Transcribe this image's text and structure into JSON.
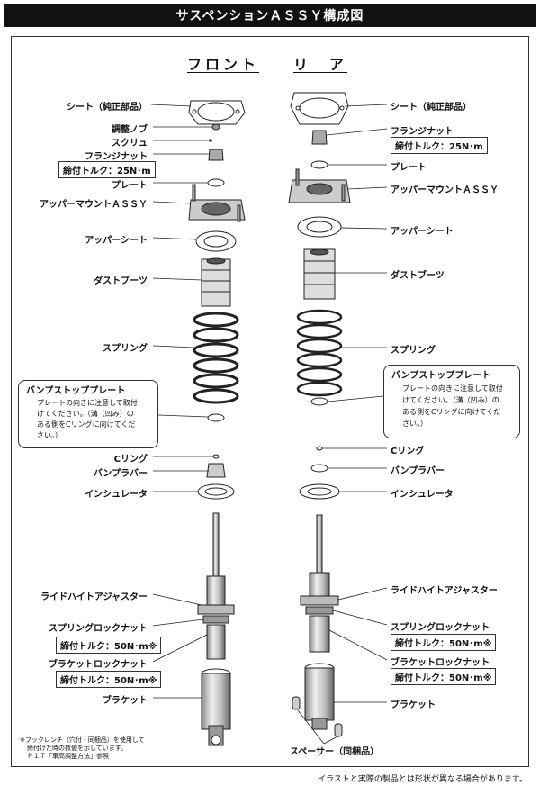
{
  "title": "サスペンションＡＳＳＹ構成図",
  "columns": {
    "front": "フロント",
    "rear": "リ　ア"
  },
  "front_labels": {
    "seat": "シート（純正部品）",
    "adjust_knob": "調整ノブ",
    "screw": "スクリュ",
    "flange_nut": "フランジナット",
    "flange_torque": "締付トルク：25N･m",
    "plate": "プレート",
    "upper_mount": "アッパーマウントＡＳＳＹ",
    "upper_seat": "アッパーシート",
    "dust_boots": "ダストブーツ",
    "spring": "スプリング",
    "c_ring": "Cリング",
    "bump_rubber": "バンプラバー",
    "insulator": "インシュレータ",
    "ride_height": "ライドハイトアジャスター",
    "spring_lock": "スプリングロックナット",
    "spring_lock_torque": "締付トルク：50N･m※",
    "bracket_lock": "ブラケットロックナット",
    "bracket_lock_torque": "締付トルク：50N･m※",
    "bracket": "ブラケット"
  },
  "rear_labels": {
    "seat": "シート（純正部品）",
    "flange_nut": "フランジナット",
    "flange_torque": "締付トルク：25N･m",
    "plate": "プレート",
    "upper_mount": "アッパーマウントＡＳＳＹ",
    "upper_seat": "アッパーシート",
    "dust_boots": "ダストブーツ",
    "spring": "スプリング",
    "c_ring": "Cリング",
    "bump_rubber": "バンプラバー",
    "insulator": "インシュレータ",
    "ride_height": "ライドハイトアジャスター",
    "spring_lock": "スプリングロックナット",
    "spring_lock_torque": "締付トルク：50N･m※",
    "bracket_lock": "ブラケットロックナット",
    "bracket_lock_torque": "締付トルク：50N･m※",
    "bracket": "ブラケット",
    "spacer": "スペーサー（同梱品）"
  },
  "notes": {
    "front_bump_plate": {
      "title": "バンプストッププレート",
      "line1": "プレートの向きに注意して取付",
      "line2": "けてください。（溝（凹み）の",
      "line3": "ある側をCリングに向けてくだ",
      "line4": "さい。）"
    },
    "rear_bump_plate": {
      "title": "バンプストッププレート",
      "line1": "プレートの向きに注意して取付",
      "line2": "けてください。（溝（凹み）の",
      "line3": "ある側をCリングに向けてくだ",
      "line4": "さい。）"
    }
  },
  "footnote": {
    "line1": "※フックレンチ（穴付・同梱品）を使用して",
    "line2": "締付けた時の数値を示しています。",
    "line3": "Ｐ１７「車高調整方法」参照"
  },
  "disclaimer": "イラストと実際の製品とは形状が異なる場合があります。"
}
